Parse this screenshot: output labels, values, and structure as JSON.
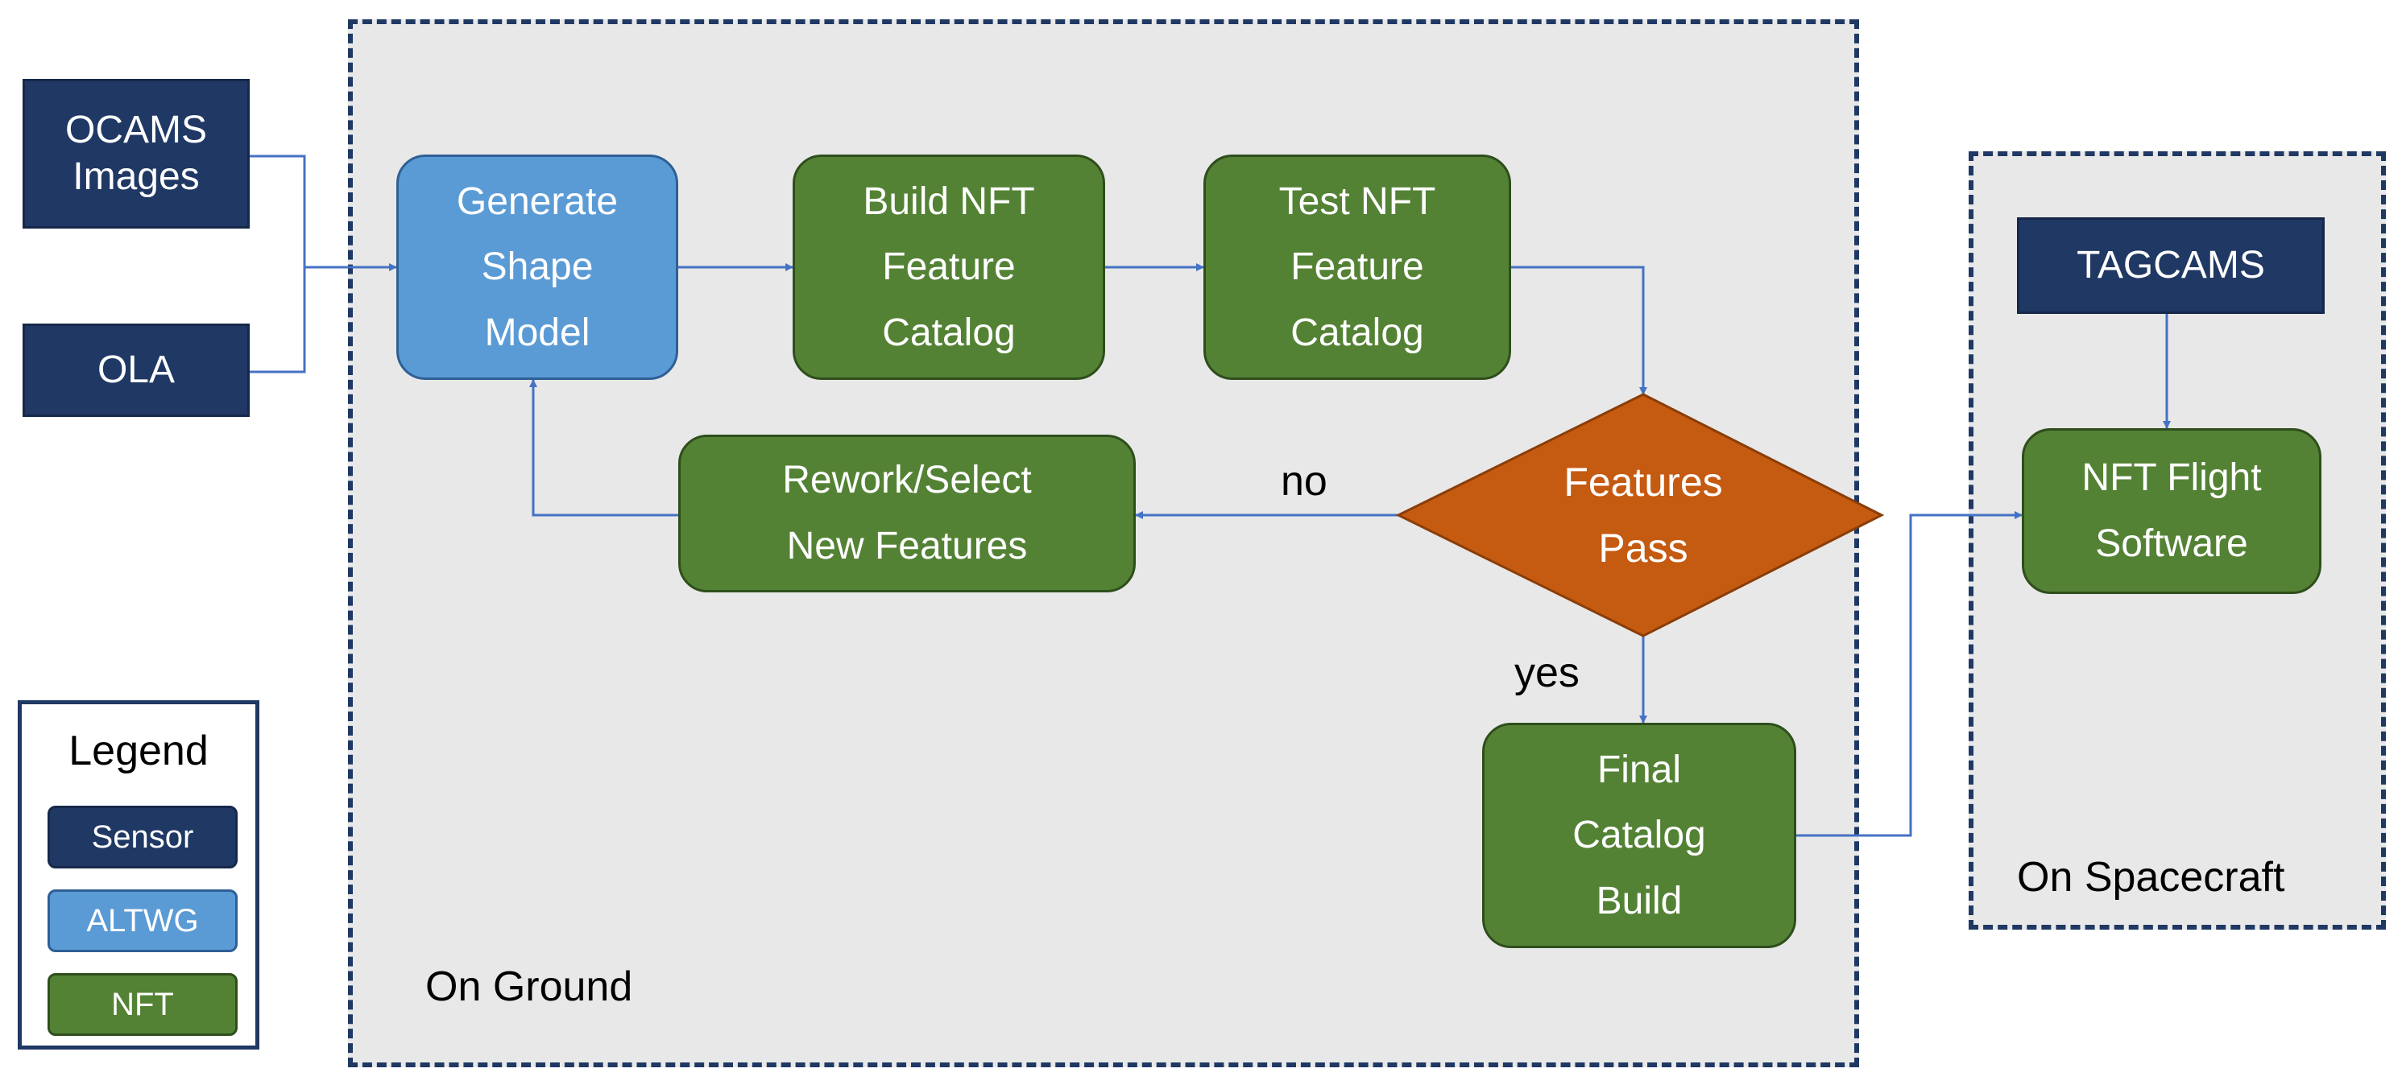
{
  "colors": {
    "sensor": "#1f3864",
    "altwg": "#5b9bd5",
    "nft": "#548235",
    "decision": "#c55a11",
    "connector": "#4472c4",
    "region_fill": "#e8e8e8",
    "region_border": "#1f3864"
  },
  "regions": {
    "ground_label": "On Ground",
    "spacecraft_label": "On Spacecraft"
  },
  "nodes": {
    "ocams": "OCAMS\nImages",
    "ola": "OLA",
    "generate_shape_model": "Generate\nShape\nModel",
    "build_nft_catalog": "Build NFT\nFeature\nCatalog",
    "test_nft_catalog": "Test NFT\nFeature\nCatalog",
    "rework_select": "Rework/Select\nNew Features",
    "features_pass": "Features\nPass",
    "final_catalog_build": "Final\nCatalog\nBuild",
    "tagcams": "TAGCAMS",
    "nft_flight_software": "NFT Flight\nSoftware"
  },
  "edge_labels": {
    "no": "no",
    "yes": "yes"
  },
  "legend": {
    "title": "Legend",
    "items": [
      "Sensor",
      "ALTWG",
      "NFT"
    ]
  }
}
